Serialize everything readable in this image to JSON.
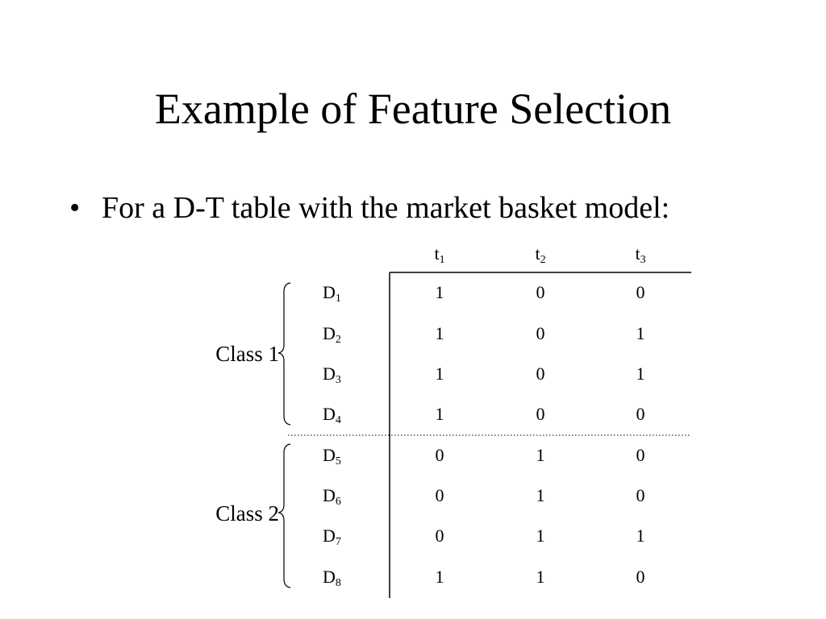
{
  "slide": {
    "title": "Example of Feature Selection",
    "bullet_symbol": "•",
    "bullet_text": "For a D-T table with the market basket model:"
  },
  "table": {
    "columns": [
      {
        "base": "t",
        "sub": "1"
      },
      {
        "base": "t",
        "sub": "2"
      },
      {
        "base": "t",
        "sub": "3"
      }
    ],
    "rows": [
      {
        "base": "D",
        "sub": "1",
        "values": [
          "1",
          "0",
          "0"
        ]
      },
      {
        "base": "D",
        "sub": "2",
        "values": [
          "1",
          "0",
          "1"
        ]
      },
      {
        "base": "D",
        "sub": "3",
        "values": [
          "1",
          "0",
          "1"
        ]
      },
      {
        "base": "D",
        "sub": "4",
        "values": [
          "1",
          "0",
          "0"
        ]
      },
      {
        "base": "D",
        "sub": "5",
        "values": [
          "0",
          "1",
          "0"
        ]
      },
      {
        "base": "D",
        "sub": "6",
        "values": [
          "0",
          "1",
          "0"
        ]
      },
      {
        "base": "D",
        "sub": "7",
        "values": [
          "0",
          "1",
          "1"
        ]
      },
      {
        "base": "D",
        "sub": "8",
        "values": [
          "1",
          "1",
          "0"
        ]
      }
    ],
    "classes": [
      {
        "label": "Class 1"
      },
      {
        "label": "Class 2"
      }
    ]
  }
}
